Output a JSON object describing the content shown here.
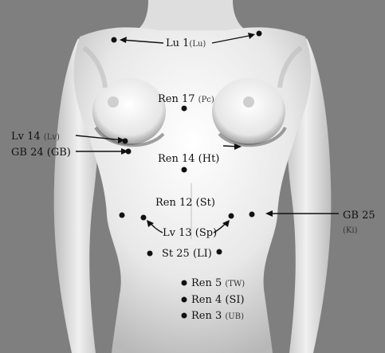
{
  "points": [
    {
      "id": "lu1",
      "name": "Lu 1",
      "sub": "(Lu)"
    },
    {
      "id": "ren17",
      "name": "Ren 17",
      "sub": "(Pc)"
    },
    {
      "id": "lv14",
      "name": "Lv 14",
      "sub": "(Lv)"
    },
    {
      "id": "gb24",
      "name": "GB 24",
      "sub": "(GB)"
    },
    {
      "id": "ren14",
      "name": "Ren 14",
      "sub": "(Ht)"
    },
    {
      "id": "ren12",
      "name": "Ren 12",
      "sub": "(St)"
    },
    {
      "id": "gb25",
      "name": "GB 25",
      "sub": "(Ki)"
    },
    {
      "id": "lv13",
      "name": "Lv 13",
      "sub": "(Sp)"
    },
    {
      "id": "st25",
      "name": "St 25",
      "sub": "(LI)"
    },
    {
      "id": "ren5",
      "name": "Ren 5",
      "sub": "(TW)"
    },
    {
      "id": "ren4",
      "name": "Ren 4",
      "sub": "(SI)"
    },
    {
      "id": "ren3",
      "name": "Ren 3",
      "sub": "(UB)"
    }
  ],
  "colors": {
    "background": "#7f7f7f",
    "figure": "#f2f2f2",
    "marker": "#111111"
  }
}
